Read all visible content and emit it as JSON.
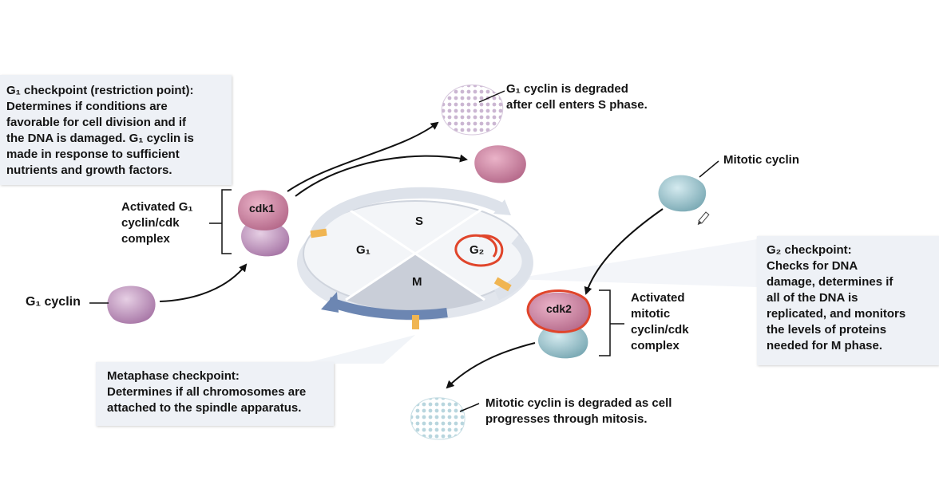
{
  "g1_checkpoint": {
    "lines": [
      "G₁ checkpoint (restriction point):",
      "Determines if conditions are",
      "favorable for cell division and if",
      "the DNA is damaged. G₁ cyclin is",
      "made in response to sufficient",
      "nutrients and growth factors."
    ]
  },
  "activated_g1": {
    "lines": [
      "Activated G₁",
      "cyclin/cdk",
      "complex"
    ]
  },
  "g1_cyclin_label": "G₁ cyclin",
  "g1_degraded": {
    "lines": [
      "G₁ cyclin is degraded",
      "after cell enters S phase."
    ]
  },
  "mitotic_cyclin_label": "Mitotic cyclin",
  "g2_checkpoint": {
    "lines": [
      "G₂ checkpoint:",
      "Checks for DNA",
      "damage, determines if",
      "all of the DNA is",
      "replicated, and monitors",
      "the levels of proteins",
      "needed for M phase."
    ]
  },
  "activated_mitotic": {
    "lines": [
      "Activated",
      "mitotic",
      "cyclin/cdk",
      "complex"
    ]
  },
  "metaphase_checkpoint": {
    "lines": [
      "Metaphase checkpoint:",
      "Determines if all chromosomes are",
      "attached to the spindle apparatus."
    ]
  },
  "mitotic_degraded": {
    "lines": [
      "Mitotic cyclin is degraded as cell",
      "progresses through mitosis."
    ]
  },
  "cycle_phases": {
    "g1": "G₁",
    "s": "S",
    "g2": "G₂",
    "m": "M"
  },
  "complex_labels": {
    "cdk1": "cdk1",
    "cdk2": "cdk2"
  },
  "colors": {
    "g1_cyclin": "#b98ab8",
    "cdk_pink": "#c27a98",
    "mitotic_cyclin": "#8fbcc6",
    "annotation_red": "#e0452b",
    "checkpoint_bar": "#f0b552",
    "cycle_gray": "#c9ced8",
    "cycle_blue": "#6c86b2"
  }
}
